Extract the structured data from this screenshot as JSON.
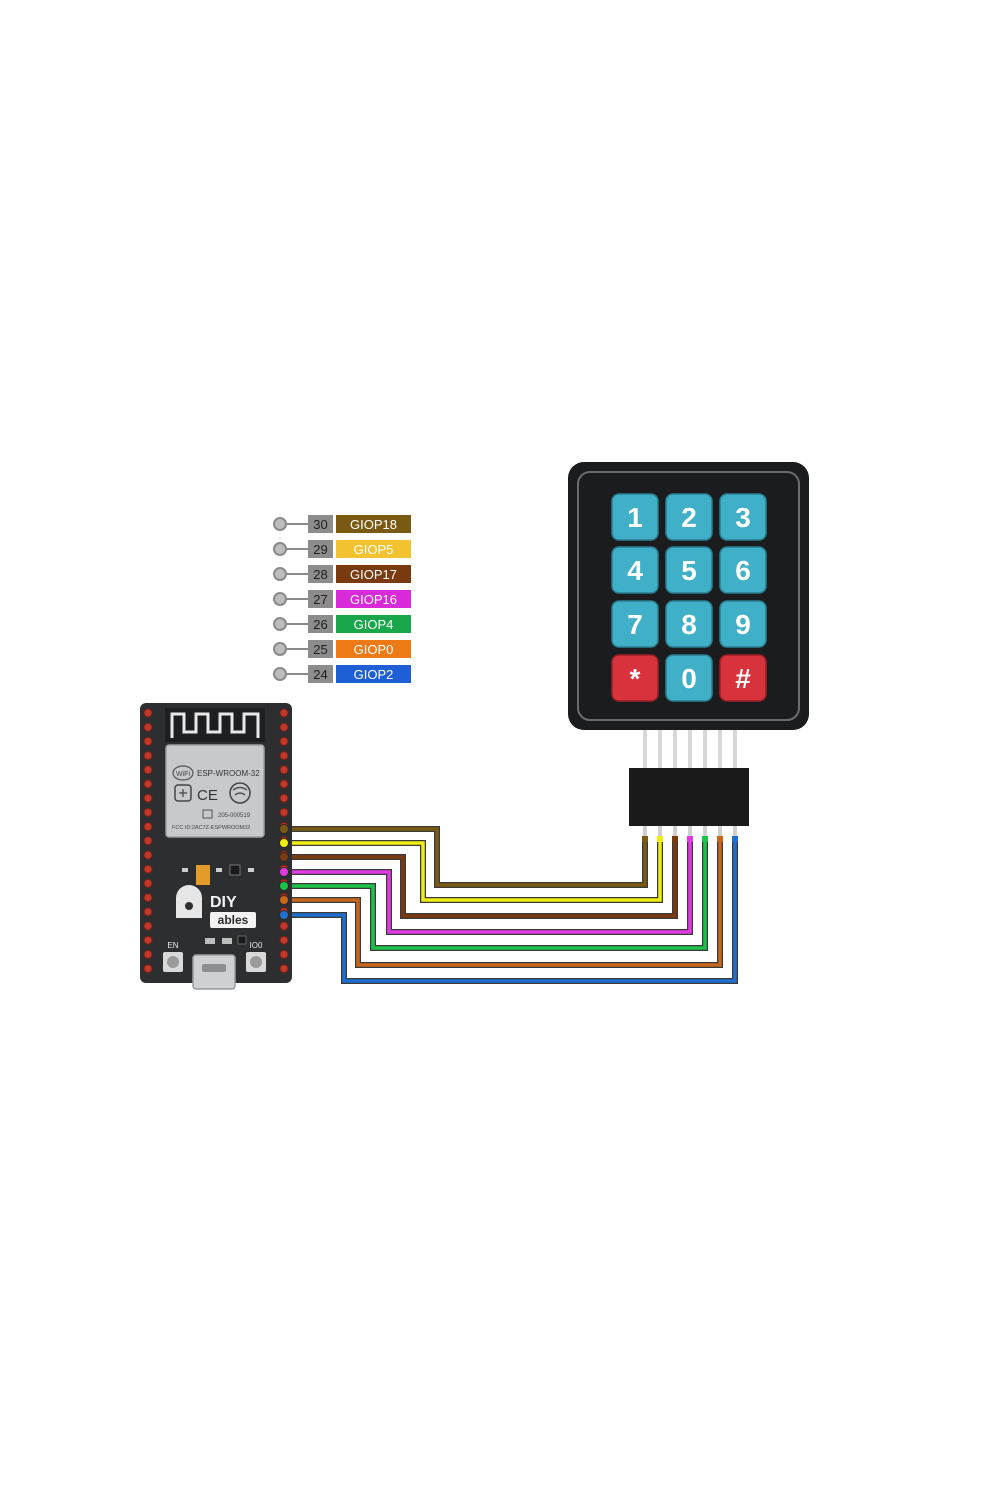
{
  "pin_legend": [
    {
      "num": "30",
      "name": "GIOP18",
      "color": "#7a5a12"
    },
    {
      "num": "29",
      "name": "GIOP5",
      "color": "#f2c230"
    },
    {
      "num": "28",
      "name": "GIOP17",
      "color": "#7a3a10"
    },
    {
      "num": "27",
      "name": "GIOP16",
      "color": "#d92ad9"
    },
    {
      "num": "26",
      "name": "GIOP4",
      "color": "#1aa64a"
    },
    {
      "num": "25",
      "name": "GIOP0",
      "color": "#ee7a16"
    },
    {
      "num": "24",
      "name": "GIOP2",
      "color": "#1f5fd6"
    }
  ],
  "wire_colors": [
    "#7a5a12",
    "#f0ee10",
    "#7a3a10",
    "#e23ae2",
    "#1cc24a",
    "#c8661c",
    "#1f6fd0"
  ],
  "esp32": {
    "module_name": "ESP-WROOM-32",
    "wifi_mark": "WiFi",
    "cert_id": "205-000519",
    "fcc_id": "FCC ID:2AC7Z-ESPWROOM32",
    "brand_top": "DIY",
    "brand_bottom": "ables",
    "button_en": "EN",
    "button_io0": "IO0",
    "board_color": "#2d2e30"
  },
  "keypad": {
    "keys": [
      "1",
      "2",
      "3",
      "4",
      "5",
      "6",
      "7",
      "8",
      "9",
      "*",
      "0",
      "#"
    ],
    "key_color": "#3fb0c8",
    "special_key_color": "#d8323c",
    "body_color": "#1b1c1e"
  }
}
